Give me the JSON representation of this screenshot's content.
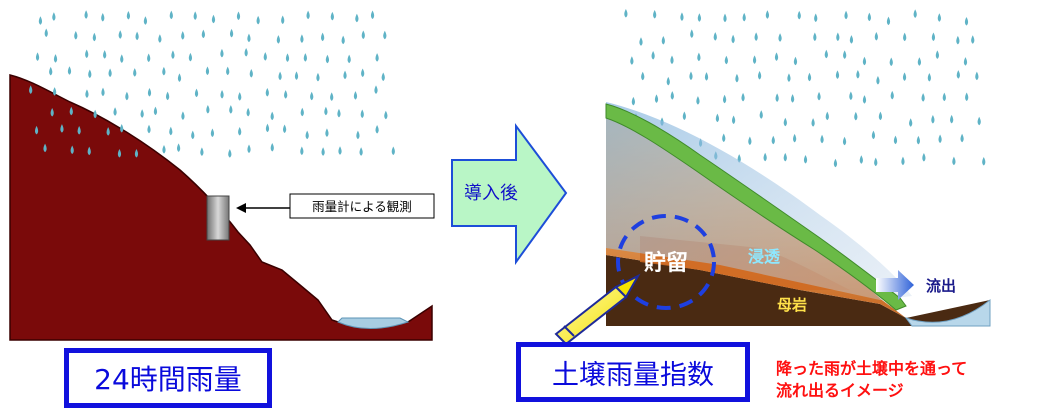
{
  "left_panel": {
    "gauge_label": "雨量計による観測",
    "title": "24時間雨量"
  },
  "arrow": {
    "label": "導入後"
  },
  "right_panel": {
    "storage_label": "貯留",
    "infiltration_label": "浸透",
    "outflow_label": "流出",
    "bedrock_label": "母岩",
    "title": "土壌雨量指数",
    "caption": [
      "降った雨が土壌中を通って",
      "流れ出るイメージ"
    ]
  },
  "colors": {
    "slope": "#7a0a0a",
    "raindrop": "#5fb3c6",
    "box_border": "#1111dd",
    "box_text": "#0a0adc",
    "arrow_fill": "#b9f6c6",
    "arrow_border": "#1d4ed8",
    "caption": "#ff1010",
    "bedrock": "#4a2a12",
    "soil_orange": "#d06a22",
    "grass": "#6aba46"
  }
}
